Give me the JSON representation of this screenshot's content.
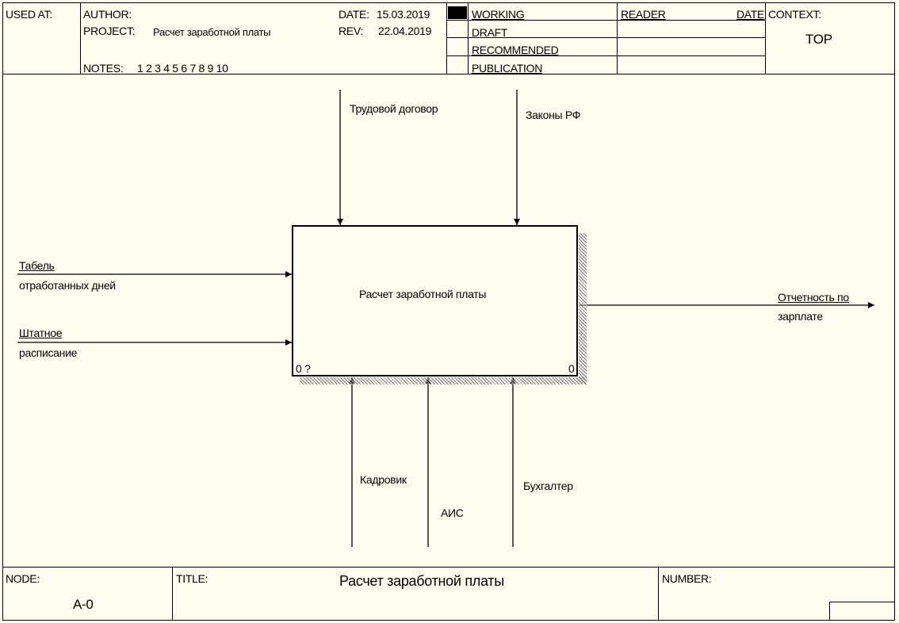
{
  "header": {
    "used_at_label": "USED AT:",
    "author_label": "AUTHOR:",
    "project_label": "PROJECT:",
    "project_value": "Расчет заработной платы",
    "notes_label": "NOTES:",
    "notes_value": "1 2 3 4 5 6 7 8 9 10",
    "date_label": "DATE:",
    "date_value": "15.03.2019",
    "rev_label": "REV:",
    "rev_value": "22.04.2019",
    "status": [
      "WORKING",
      "DRAFT",
      "RECOMMENDED",
      "PUBLICATION"
    ],
    "reader_label": "READER",
    "reader_date_label": "DATE",
    "context_label": "CONTEXT:",
    "context_value": "TOP"
  },
  "diagram": {
    "activity": {
      "name": "Расчет заработной платы",
      "node_number": "0 ?",
      "cost": "0"
    },
    "controls": [
      "Трудовой договор",
      "Законы РФ"
    ],
    "inputs": [
      {
        "line1": "Табель",
        "line2": "отработанных дней"
      },
      {
        "line1": "Штатное",
        "line2": "расписание"
      }
    ],
    "outputs": [
      {
        "line1": "Отчетность по",
        "line2": "зарплате"
      }
    ],
    "mechanisms": [
      "Кадровик",
      "АИС",
      "Бухгалтер"
    ]
  },
  "footer": {
    "node_label": "NODE:",
    "node_value": "A-0",
    "title_label": "TITLE:",
    "title_value": "Расчет заработной платы",
    "number_label": "NUMBER:"
  }
}
